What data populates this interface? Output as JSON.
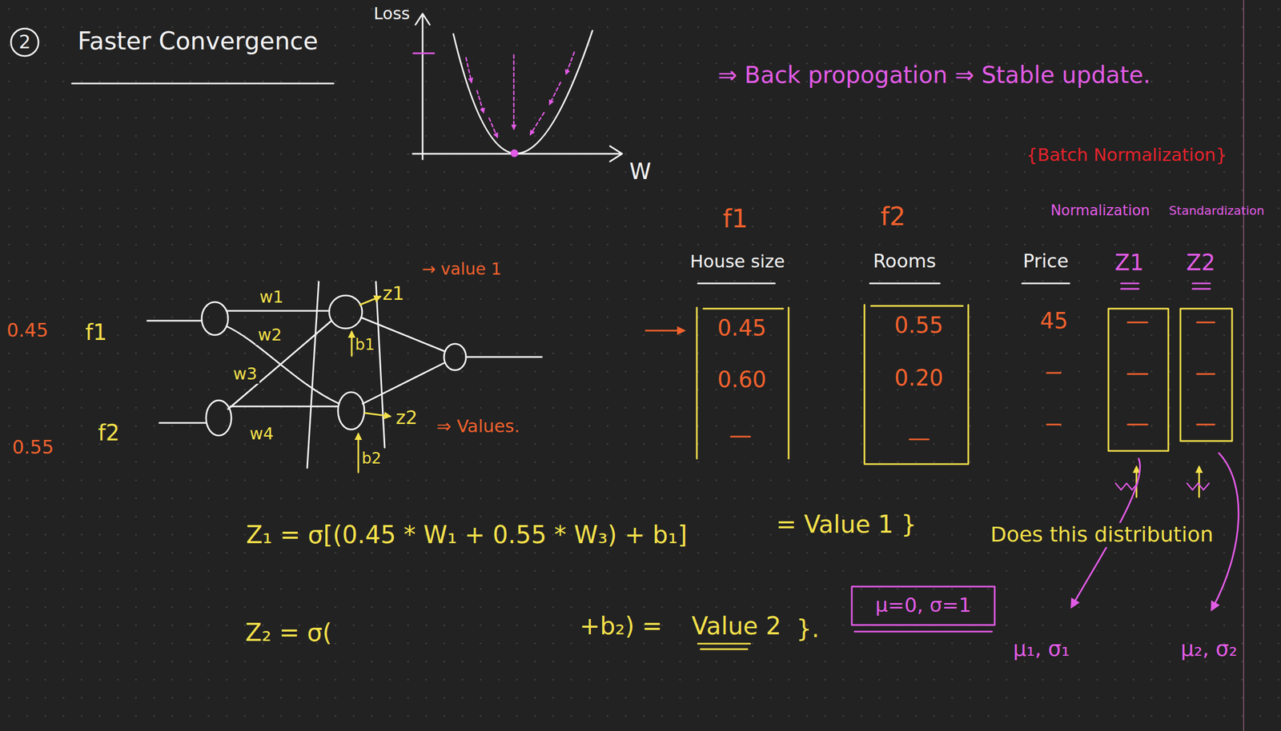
{
  "diagram": {
    "title": "Faster Convergence",
    "labels": [
      "2",
      "Loss",
      "W",
      "⇒ Back propogation ⇒ Stable update.",
      "{Batch Normalization}",
      "f1",
      "f2",
      "Normalization",
      "Standardization",
      "House size",
      "Rooms",
      "Price",
      "Z1",
      "Z2",
      "0.45",
      "0.60",
      "0.55",
      "0.20",
      "45",
      "0.45",
      "f1",
      "0.55",
      "f2",
      "w1",
      "w2",
      "w3",
      "w4",
      "z1",
      "→ value 1",
      "b1",
      "b2",
      "z2",
      "⇒ Values.",
      "Z₁ = σ[(0.45 * W₁ + 0.55 * W₃) + b₁]",
      "= Value 1 }",
      "Does this distribution",
      "Z₂ = σ(",
      "+b₂) =",
      "Value 2",
      "}.",
      "μ=0, σ=1",
      "μ₁, σ₁",
      "μ₂, σ₂"
    ]
  }
}
